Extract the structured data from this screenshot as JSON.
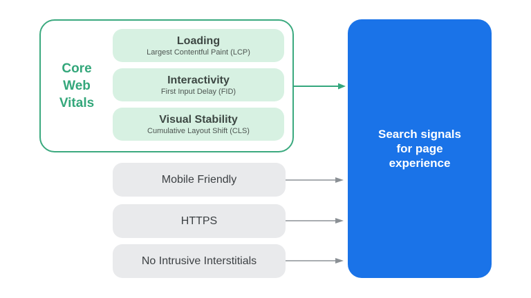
{
  "colors": {
    "green": "#34a77d",
    "green_border": "#3aa97e",
    "green_light": "#d7f1e2",
    "gray_pill": "#e9eaec",
    "arrow_gray": "#8b9095",
    "blue": "#1a73e8",
    "title_text": "#3d4743",
    "white": "#ffffff"
  },
  "core_web_vitals": {
    "label_lines": [
      "Core",
      "Web",
      "Vitals"
    ],
    "items": [
      {
        "title": "Loading",
        "subtitle": "Largest Contentful Paint (LCP)"
      },
      {
        "title": "Interactivity",
        "subtitle": "First Input Delay (FID)"
      },
      {
        "title": "Visual Stability",
        "subtitle": "Cumulative Layout Shift (CLS)"
      }
    ]
  },
  "other_signals": [
    {
      "label": "Mobile Friendly"
    },
    {
      "label": "HTTPS"
    },
    {
      "label": "No Intrusive Interstitials"
    }
  ],
  "result_box": {
    "label_lines": [
      "Search signals",
      "for page",
      "experience"
    ]
  }
}
